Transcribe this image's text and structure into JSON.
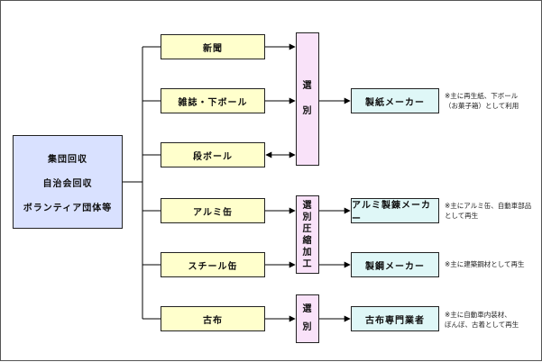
{
  "source": {
    "lines": [
      "集団回収",
      "自治会回収",
      "ボランティア団体等"
    ]
  },
  "items": [
    "新聞",
    "雑誌・下ボール",
    "段ボール",
    "アルミ缶",
    "スチール缶",
    "古布"
  ],
  "processes": [
    {
      "chars": [
        "選",
        "",
        "別"
      ]
    },
    {
      "chars": [
        "選",
        "別",
        "圧",
        "縮",
        "加",
        "工"
      ]
    },
    {
      "chars": [
        "選",
        "",
        "別"
      ]
    }
  ],
  "destinations": [
    "製紙メーカー",
    "アルミ製錬メーカー",
    "製鋼メーカー",
    "古布専門業者"
  ],
  "notes": [
    "※主に再生紙、下ボール\n（お菓子箱）として利用",
    "※主にアルミ缶、自動車部品\nとして再生",
    "※主に建築鋼材として再生",
    "※主に自動車内装材、\nぼんぼ、古着として再生"
  ],
  "colors": {
    "item_fill": "#ffffcc",
    "source_fill": "#d9e1ff",
    "process_fill": "#f9e2f9",
    "destination_fill": "#dff7f7",
    "line": "#000000"
  }
}
